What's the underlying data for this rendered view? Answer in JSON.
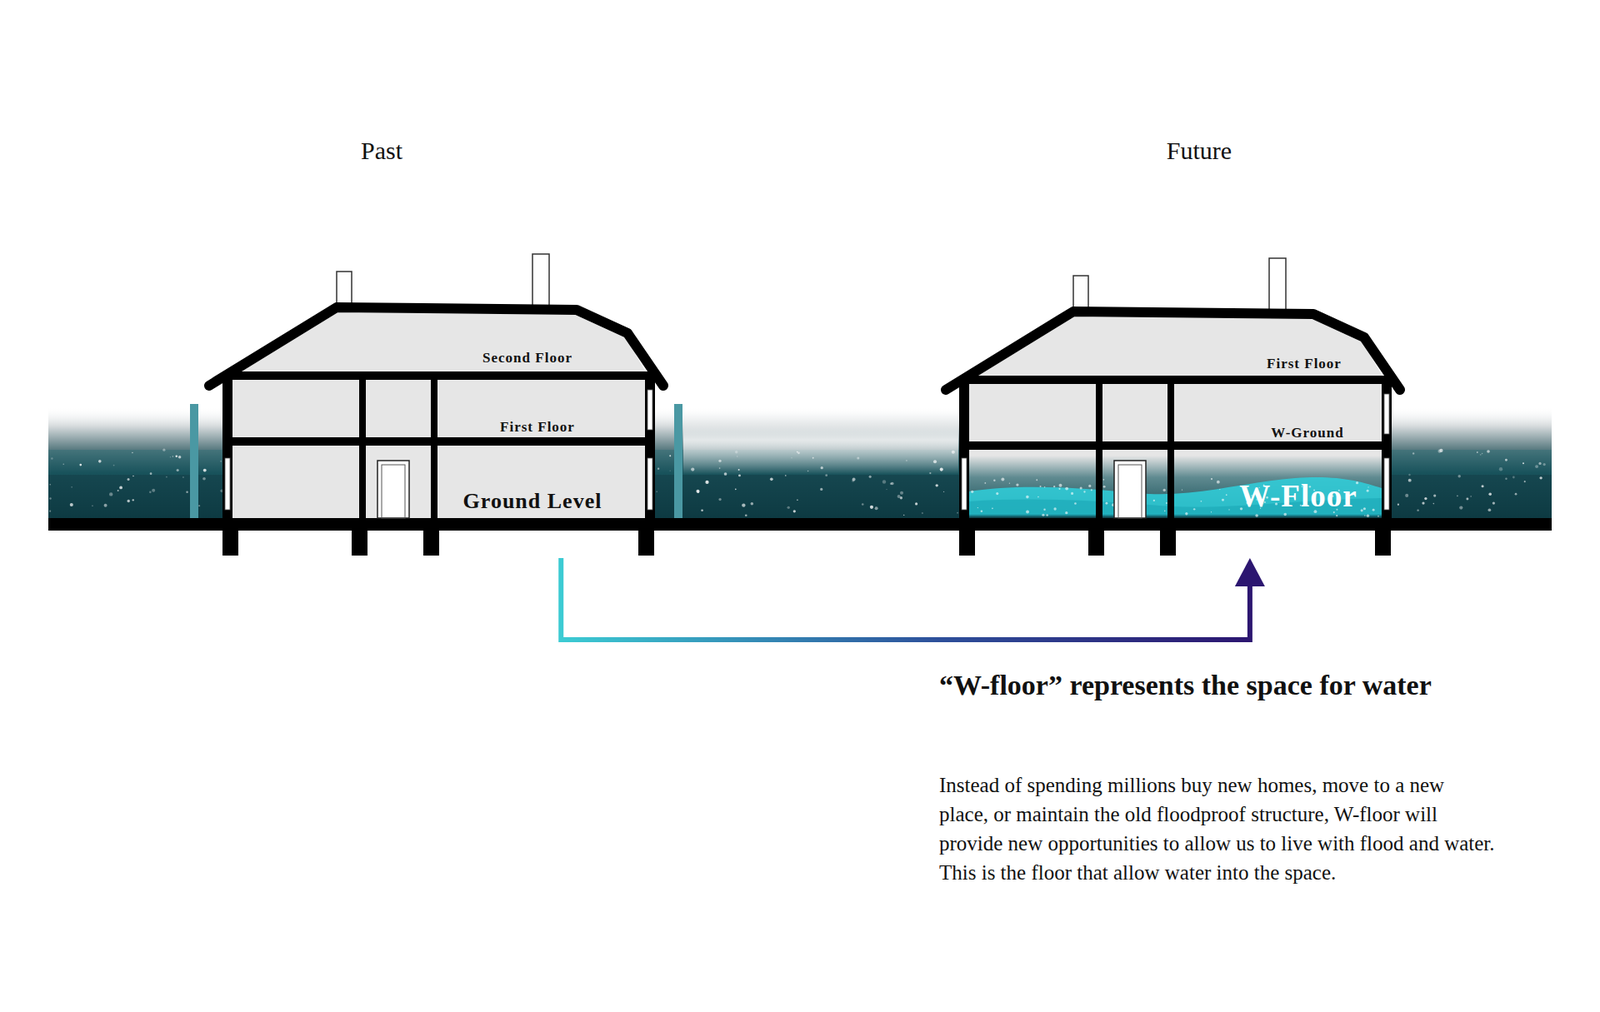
{
  "diagram": {
    "nodes": [
      {
        "text": [
          "Past",
          "Second Floor",
          "First Floor",
          "Ground Level"
        ]
      },
      {
        "text": [
          "Future",
          "First Floor",
          "W-Ground",
          "W-Floor"
        ]
      }
    ],
    "edges": [
      {
        "from": 0,
        "to": 1,
        "arrow": "to"
      }
    ],
    "labels": [
      "“W-floor” represents the space for water",
      "Instead of spending millions buy new homes, move to a new place, or maintain the old floodproof structure, W-floor will provide new opportunities to allow us to live with flood and water. This is the floor that allow water into the space."
    ]
  }
}
